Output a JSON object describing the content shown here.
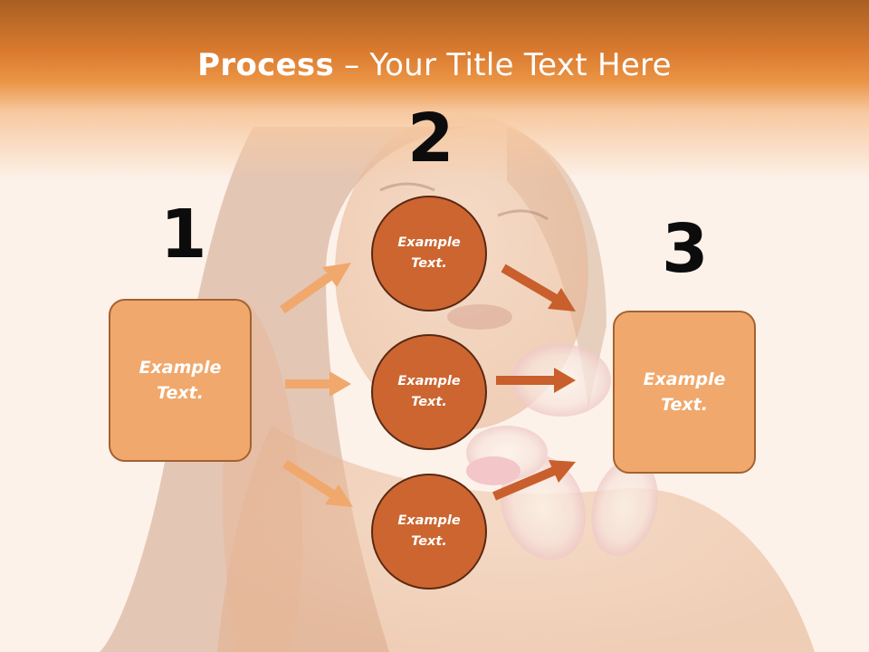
{
  "title": {
    "bold": "Process",
    "rest": " – Your Title Text Here"
  },
  "steps": [
    {
      "number": "1",
      "box_text": "Example Text."
    },
    {
      "number": "2",
      "circles": [
        "Example Text.",
        "Example Text.",
        "Example Text."
      ]
    },
    {
      "number": "3",
      "box_text": "Example Text."
    }
  ],
  "colors": {
    "header": "#e0823a",
    "box_fill": "#f0a86c",
    "circle_fill": "#cc6530",
    "arrow_light": "#f0a86c",
    "arrow_dark": "#c85f2c"
  },
  "background_image": "woman-with-lily-photo"
}
